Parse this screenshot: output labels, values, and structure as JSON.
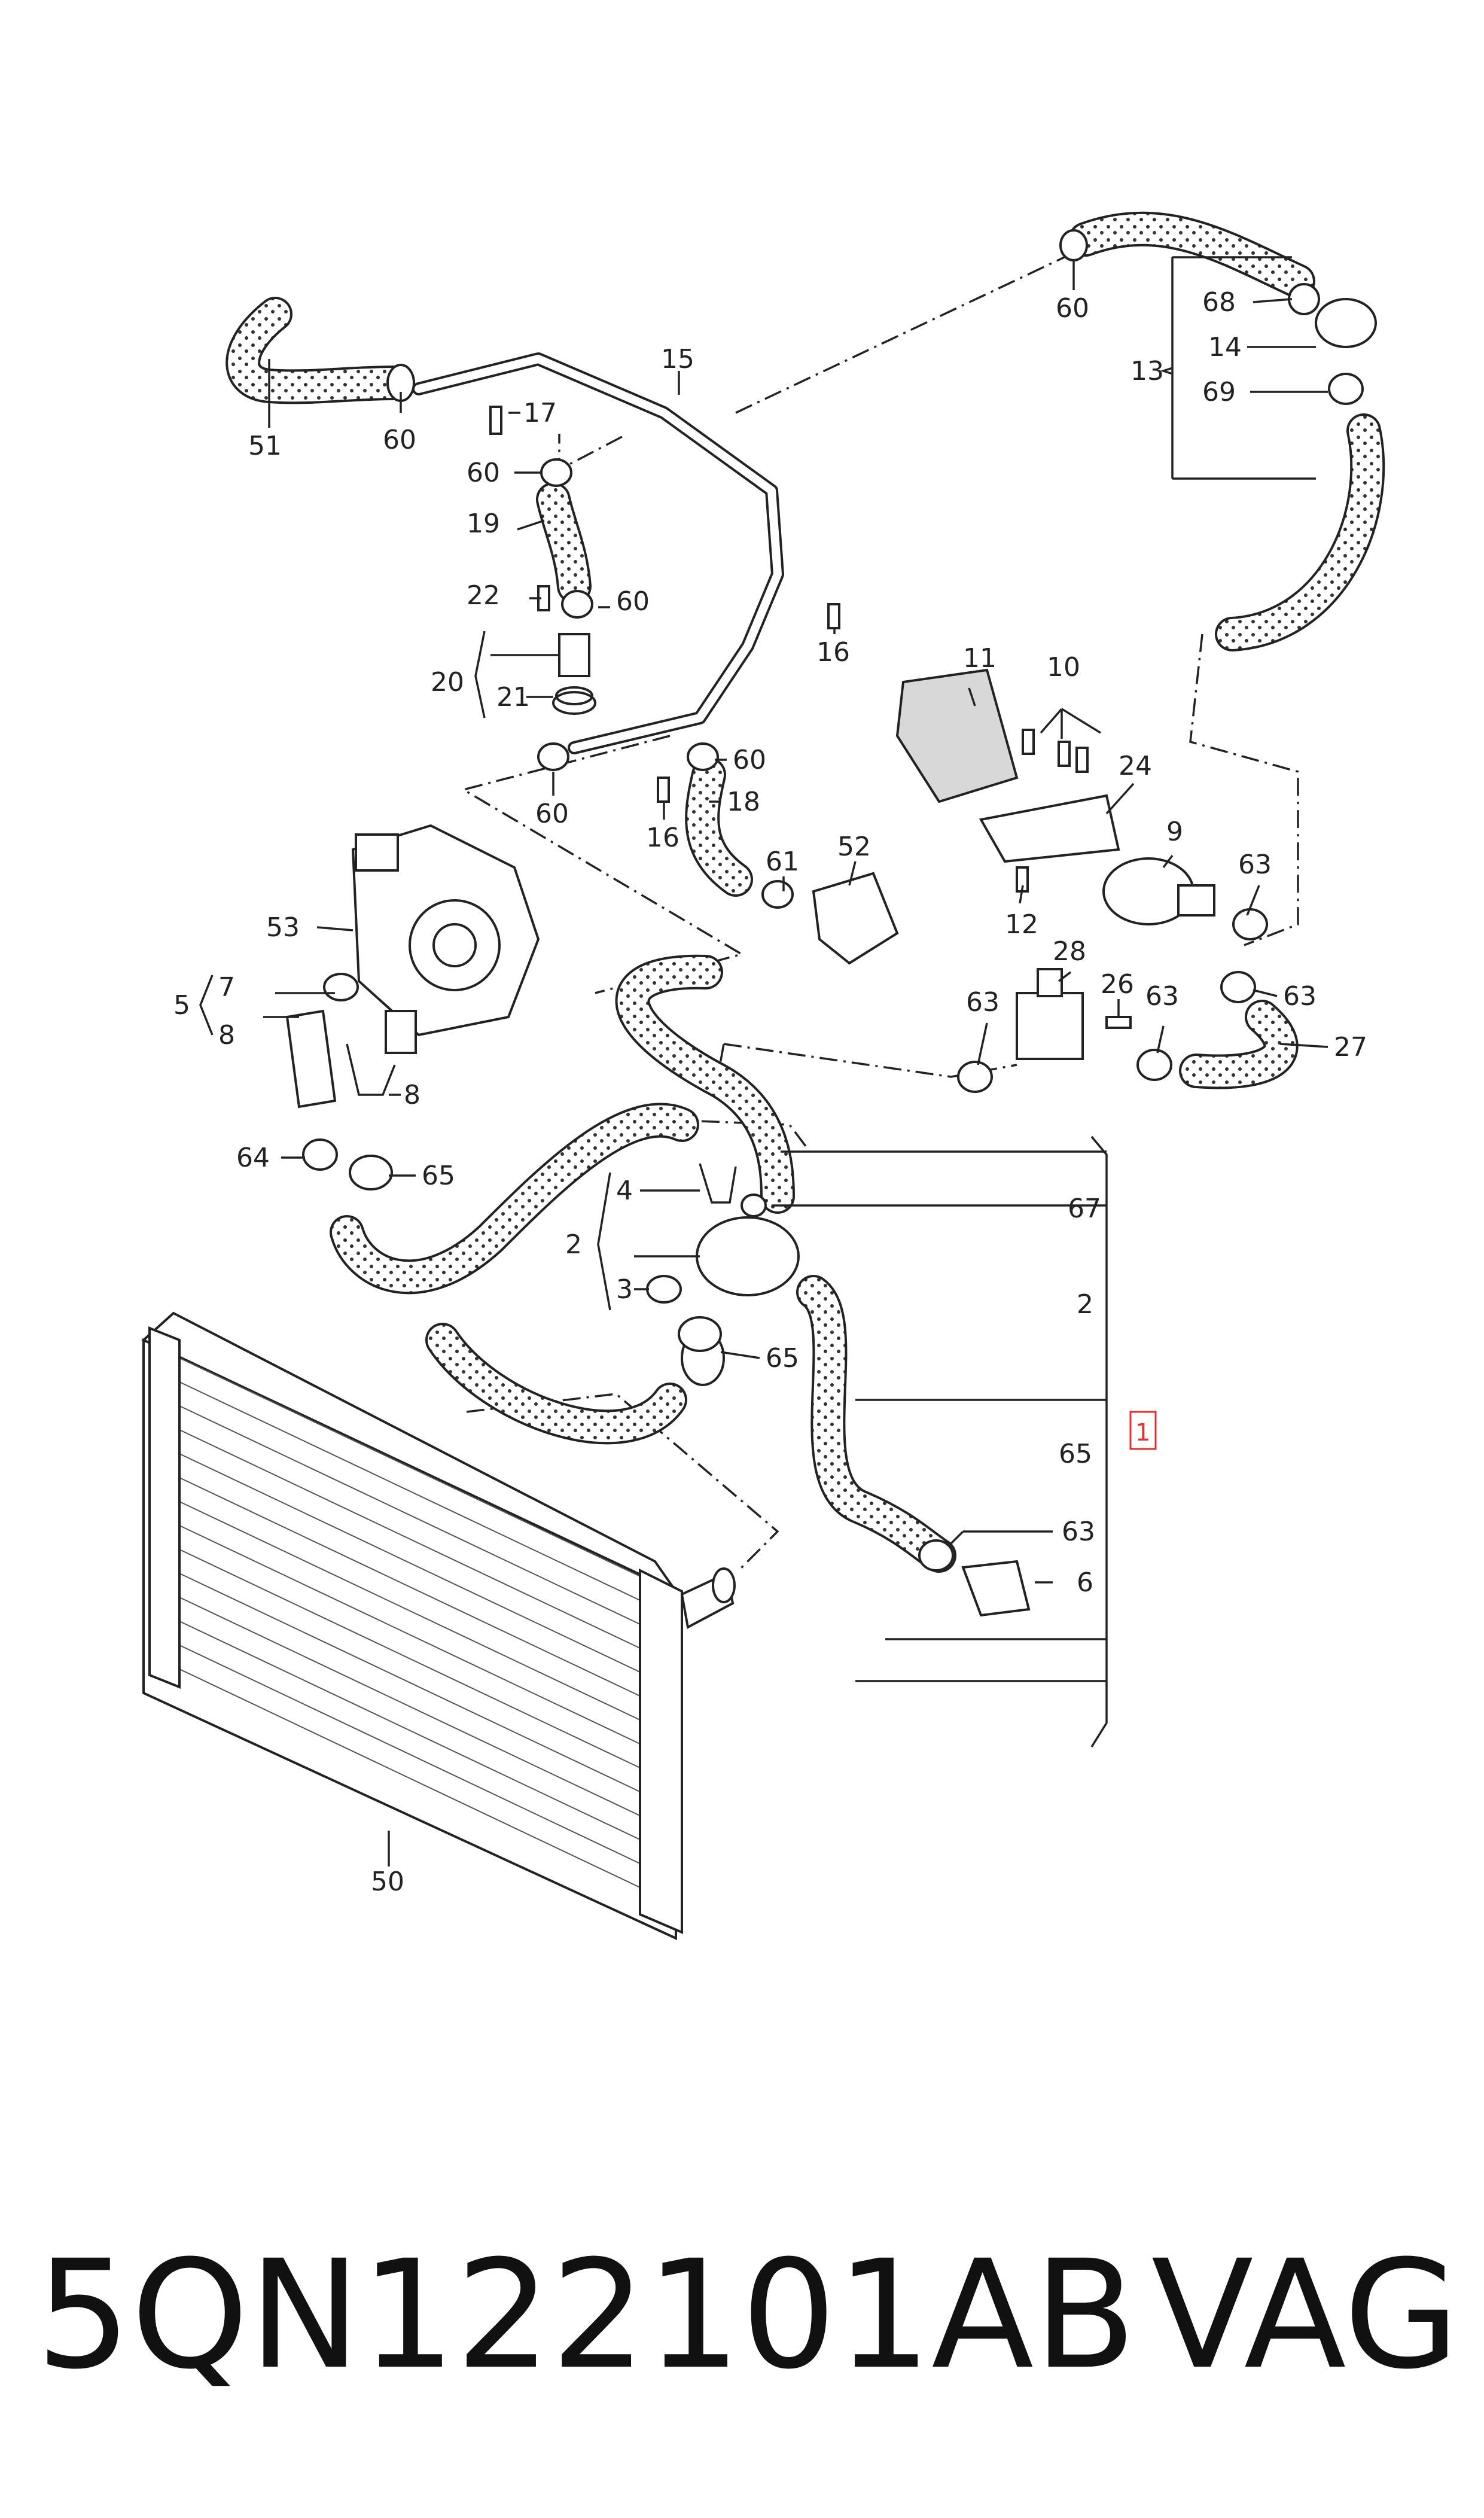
{
  "callouts": {
    "c51": "51",
    "c60a": "60",
    "c15": "15",
    "c17": "17",
    "c60b": "60",
    "c19": "19",
    "c22": "22",
    "c60c": "60",
    "c16a": "16",
    "c20": "20",
    "c21": "21",
    "c60d": "60",
    "c60e": "60",
    "c18": "18",
    "c16b": "16",
    "c61": "61",
    "c52": "52",
    "c60f": "60",
    "c68": "68",
    "c14": "14",
    "c13": "13",
    "c69": "69",
    "c11": "11",
    "c10": "10",
    "c24": "24",
    "c9": "9",
    "c63a": "63",
    "c12": "12",
    "c28": "28",
    "c26": "26",
    "c63b": "63",
    "c63c": "63",
    "c63d": "63",
    "c27": "27",
    "c53": "53",
    "c5": "5",
    "c7": "7",
    "c8a": "8",
    "c8b": "8",
    "c64": "64",
    "c65a": "65",
    "c4": "4",
    "c2a": "2",
    "c3": "3",
    "c65b": "65",
    "c67": "67",
    "c2b": "2",
    "c65c": "65",
    "c1": "1",
    "c63e": "63",
    "c6": "6",
    "c50": "50"
  },
  "highlight_color": "#e03030",
  "footer": {
    "part_number": "5QN122101AB",
    "brand": "VAG"
  }
}
